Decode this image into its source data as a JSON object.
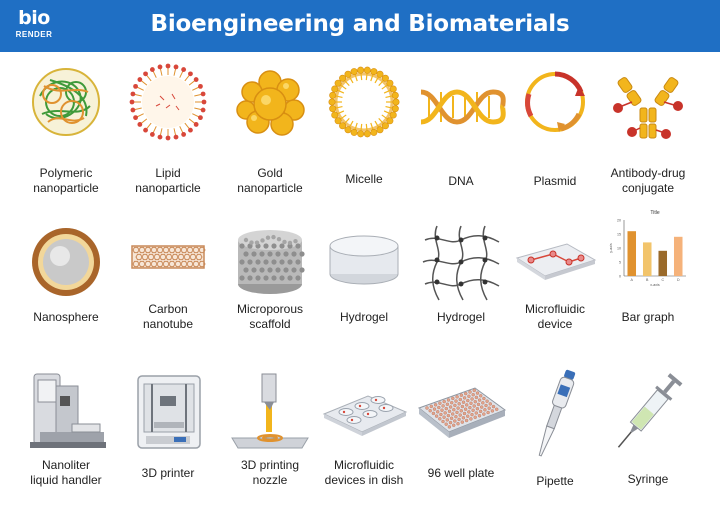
{
  "header": {
    "title": "Bioengineering and Biomaterials",
    "logo_mark": "bio",
    "logo_text": "RENDER",
    "background": "#1f6fc4"
  },
  "items": [
    {
      "label": [
        "Polymeric",
        "nanoparticle"
      ],
      "icon": "polymeric-nanoparticle-icon"
    },
    {
      "label": [
        "Lipid",
        "nanoparticle"
      ],
      "icon": "lipid-nanoparticle-icon"
    },
    {
      "label": [
        "Gold",
        "nanoparticle"
      ],
      "icon": "gold-nanoparticle-icon"
    },
    {
      "label": [
        "Micelle"
      ],
      "icon": "micelle-icon"
    },
    {
      "label": [
        "DNA"
      ],
      "icon": "dna-icon"
    },
    {
      "label": [
        "Plasmid"
      ],
      "icon": "plasmid-icon"
    },
    {
      "label": [
        "Antibody-drug",
        "conjugate"
      ],
      "icon": "antibody-drug-conjugate-icon"
    },
    {
      "label": [
        "Nanosphere"
      ],
      "icon": "nanosphere-icon"
    },
    {
      "label": [
        "Carbon",
        "nanotube"
      ],
      "icon": "carbon-nanotube-icon"
    },
    {
      "label": [
        "Microporous",
        "scaffold"
      ],
      "icon": "microporous-scaffold-icon"
    },
    {
      "label": [
        "Hydrogel"
      ],
      "icon": "hydrogel-disc-icon"
    },
    {
      "label": [
        "Hydrogel"
      ],
      "icon": "hydrogel-network-icon"
    },
    {
      "label": [
        "Microfluidic",
        "device"
      ],
      "icon": "microfluidic-device-icon"
    },
    {
      "label": [
        "Bar graph"
      ],
      "icon": "bar-graph-icon"
    },
    {
      "label": [
        "Nanoliter",
        "liquid handler"
      ],
      "icon": "nanoliter-liquid-handler-icon"
    },
    {
      "label": [
        "3D printer"
      ],
      "icon": "3d-printer-icon"
    },
    {
      "label": [
        "3D printing",
        "nozzle"
      ],
      "icon": "3d-printing-nozzle-icon"
    },
    {
      "label": [
        "Microfluidic",
        "devices in dish"
      ],
      "icon": "microfluidic-devices-in-dish-icon"
    },
    {
      "label": [
        "96 well plate"
      ],
      "icon": "96-well-plate-icon"
    },
    {
      "label": [
        "Pipette"
      ],
      "icon": "pipette-icon"
    },
    {
      "label": [
        "Syringe"
      ],
      "icon": "syringe-icon"
    }
  ],
  "bar_graph_thumbnail": {
    "title": "Title",
    "ylabel": "y-axis",
    "xlabel": "x-axis",
    "categories": [
      "A",
      "B",
      "C",
      "D"
    ],
    "values": [
      16,
      12,
      9,
      14
    ],
    "ylim": [
      0,
      20
    ],
    "yticks": [
      "0",
      "5",
      "10",
      "15",
      "20"
    ],
    "colors": [
      "#e0922f",
      "#f2c46b",
      "#9a6a2a",
      "#f5b27a"
    ]
  },
  "colors": {
    "gold": "#f2b51c",
    "gold_dark": "#d88f12",
    "lipid_red": "#d8473a",
    "polymer_green": "#3f9a3a",
    "plasmid_red": "#c8332a",
    "gray": "#b9b9b9"
  }
}
